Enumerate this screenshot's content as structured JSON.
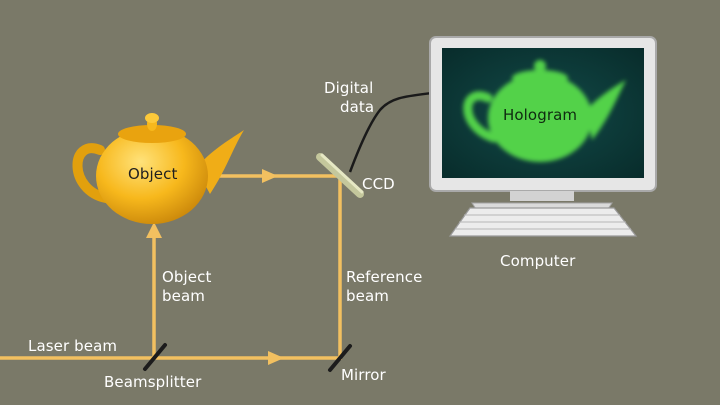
{
  "labels": {
    "object": "Object",
    "object_beam_line1": "Object",
    "object_beam_line2": "beam",
    "reference_beam_line1": "Reference",
    "reference_beam_line2": "beam",
    "laser_beam": "Laser beam",
    "beamsplitter": "Beamsplitter",
    "mirror": "Mirror",
    "ccd": "CCD",
    "digital_data_line1": "Digital",
    "digital_data_line2": "data",
    "hologram": "Hologram",
    "computer": "Computer"
  },
  "colors": {
    "background": "#7a7968",
    "beam": "#f2c060",
    "teapot": "#f7b81c",
    "hologram_glow": "#52d24a",
    "monitor_screen": "#0d3b3a",
    "monitor_frame": "#e4e4e4"
  },
  "icons": [
    "teapot-icon",
    "beamsplitter-icon",
    "mirror-icon",
    "ccd-icon",
    "monitor-icon",
    "keyboard-icon"
  ]
}
